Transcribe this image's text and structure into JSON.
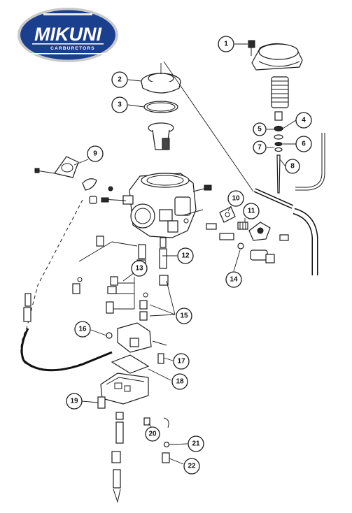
{
  "logo": {
    "brand": "MIKUNI",
    "subtitle": "CARBURETORS",
    "color_bg": "#1b3f8f",
    "color_ring": "#c9c9c9",
    "color_text": "#ffffff"
  },
  "callouts": [
    {
      "id": "1",
      "label": "1"
    },
    {
      "id": "2",
      "label": "2"
    },
    {
      "id": "3",
      "label": "3"
    },
    {
      "id": "4",
      "label": "4"
    },
    {
      "id": "5",
      "label": "5"
    },
    {
      "id": "6",
      "label": "6"
    },
    {
      "id": "7",
      "label": "7"
    },
    {
      "id": "8",
      "label": "8"
    },
    {
      "id": "9",
      "label": "9"
    },
    {
      "id": "10",
      "label": "10"
    },
    {
      "id": "11",
      "label": "11"
    },
    {
      "id": "12",
      "label": "12"
    },
    {
      "id": "13",
      "label": "13"
    },
    {
      "id": "14",
      "label": "14"
    },
    {
      "id": "15",
      "label": "15"
    },
    {
      "id": "16",
      "label": "16"
    },
    {
      "id": "17",
      "label": "17"
    },
    {
      "id": "18",
      "label": "18"
    },
    {
      "id": "19",
      "label": "19"
    },
    {
      "id": "20",
      "label": "20"
    },
    {
      "id": "21",
      "label": "21"
    },
    {
      "id": "22",
      "label": "22"
    }
  ]
}
